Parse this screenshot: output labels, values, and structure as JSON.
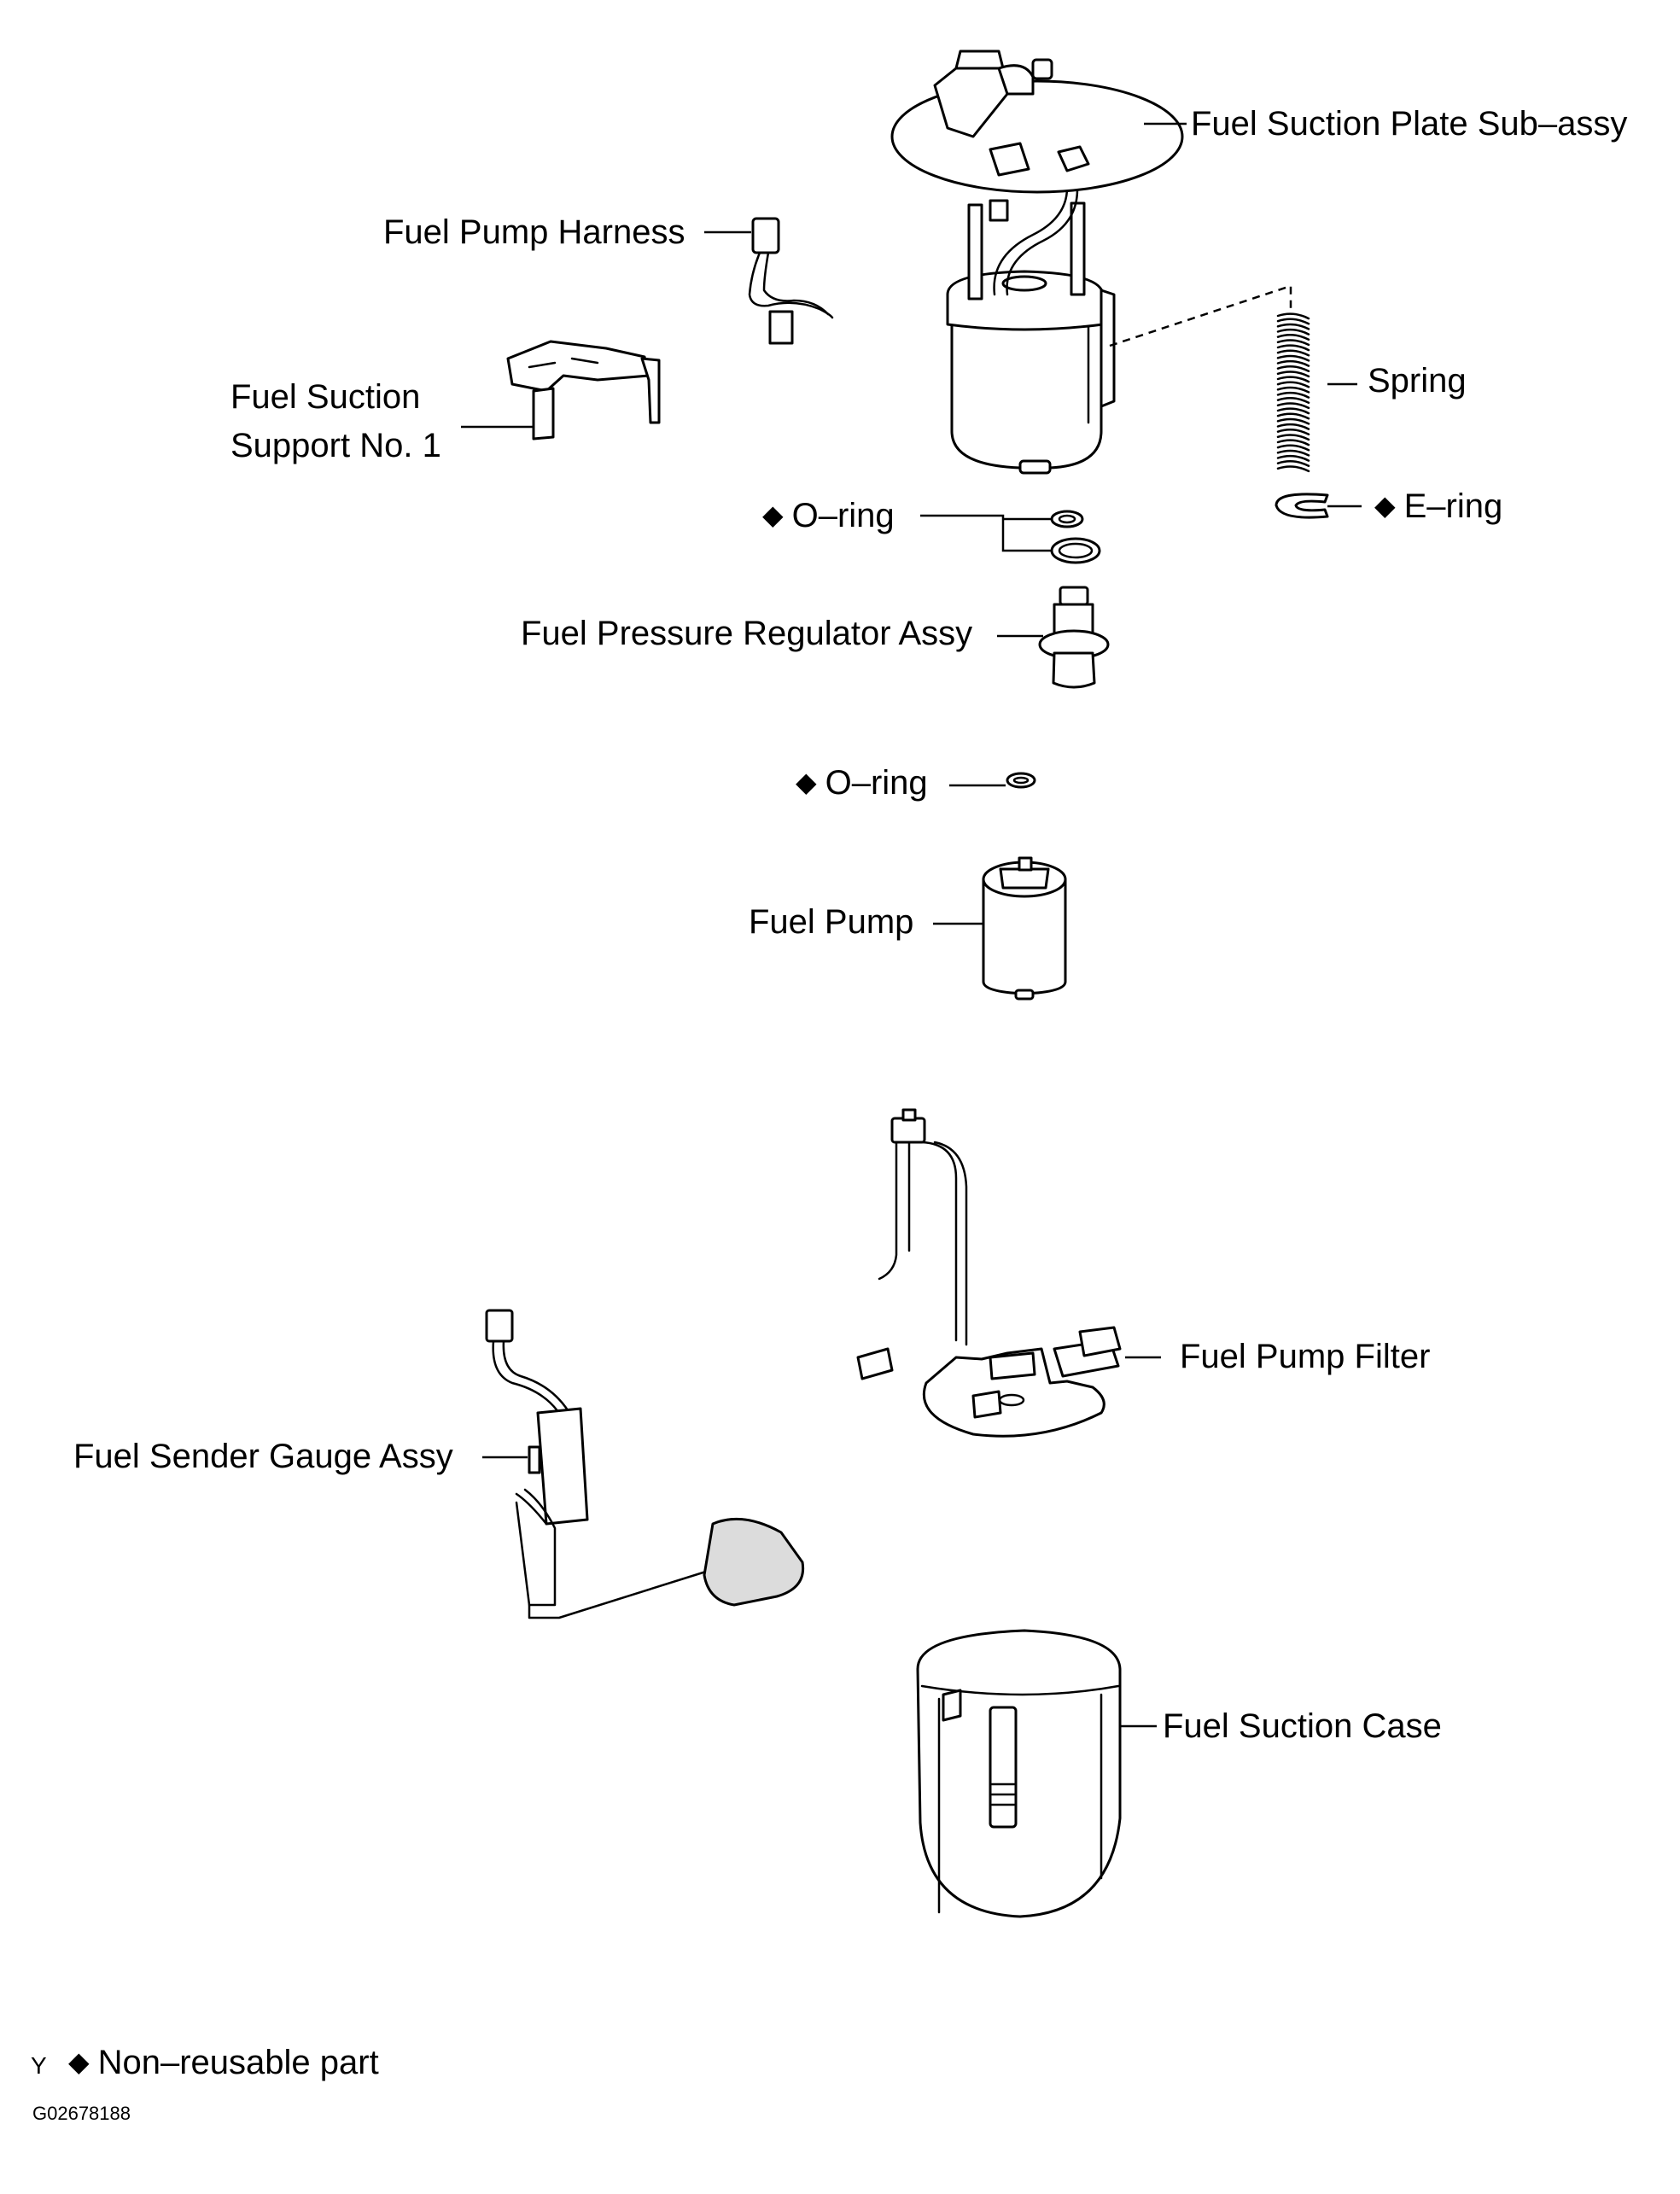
{
  "labels": {
    "fuel_suction_plate": "Fuel Suction Plate Sub–assy",
    "fuel_pump_harness": "Fuel Pump Harness",
    "fuel_suction_support_line1": "Fuel Suction",
    "fuel_suction_support_line2": "Support No. 1",
    "spring": "Spring",
    "e_ring": "E–ring",
    "o_ring_upper": "O–ring",
    "fuel_pressure_regulator": "Fuel Pressure Regulator Assy",
    "o_ring_lower": "O–ring",
    "fuel_pump": "Fuel Pump",
    "fuel_pump_filter": "Fuel Pump Filter",
    "fuel_sender_gauge": "Fuel Sender Gauge Assy",
    "fuel_suction_case": "Fuel Suction Case"
  },
  "legend": {
    "symbol": "◆",
    "text": "Non–reusable part",
    "corner_mark": "Y"
  },
  "figure_id": "G02678188"
}
